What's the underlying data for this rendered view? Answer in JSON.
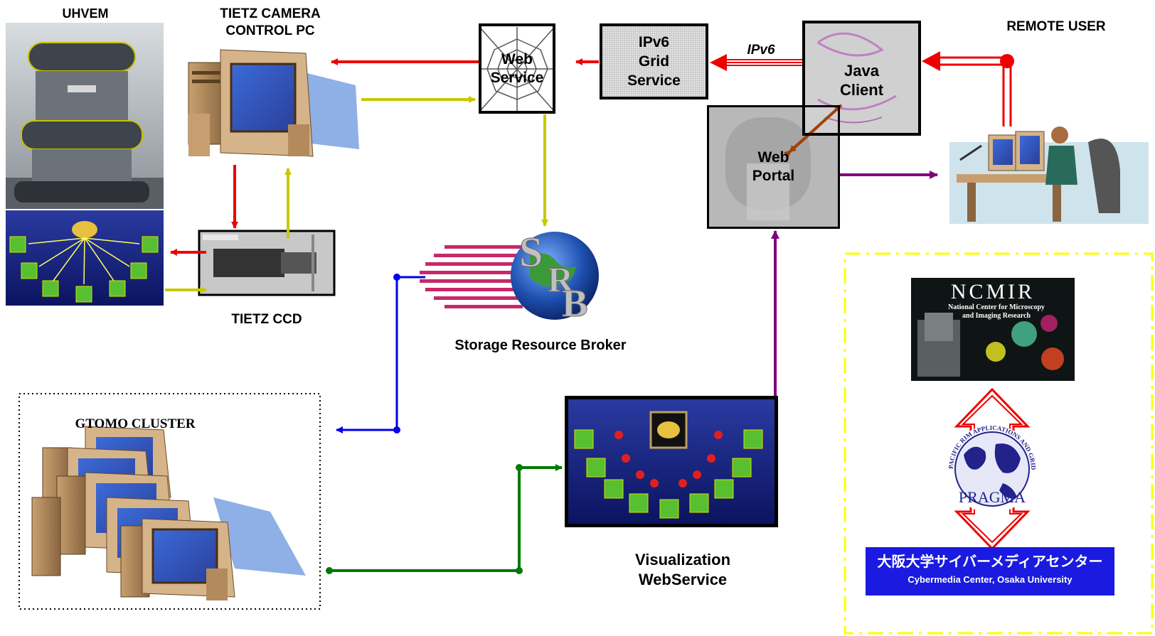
{
  "labels": {
    "uhvem": "UHVEM",
    "tietz_pc_line1": "TIETZ CAMERA",
    "tietz_pc_line2": "CONTROL PC",
    "tietz_ccd": "TIETZ CCD",
    "remote_user": "REMOTE USER",
    "storage_resource_broker": "Storage Resource Broker",
    "gtomo_cluster": "GTOMO CLUSTER",
    "visualization_line1": "Visualization",
    "visualization_line2": "WebService",
    "ipv6_link": "IPv6"
  },
  "boxes": {
    "web_service_line1": "Web",
    "web_service_line2": "Service",
    "ipv6_grid_line1": "IPv6",
    "ipv6_grid_line2": "Grid",
    "ipv6_grid_line3": "Service",
    "java_client_line1": "Java",
    "java_client_line2": "Client",
    "web_portal_line1": "Web",
    "web_portal_line2": "Portal"
  },
  "partners": {
    "ncmir_title": "NCMIR",
    "ncmir_line1": "National Center for Microscopy",
    "ncmir_line2": "and Imaging Research",
    "pragma_title": "PRAGMA",
    "pragma_ring": "PACIFIC RIM APPLICATIONS AND GRID MIDDLEWARE ASSEMBLY",
    "osaka_jp": "大阪大学サイバーメディアセンター",
    "osaka_en": "Cybermedia Center, Osaka University"
  },
  "colors": {
    "red": "#ee0000",
    "yellow": "#c8c800",
    "blue": "#0000ee",
    "green": "#007a00",
    "purple": "#800080",
    "brown": "#a0400a",
    "osaka_blue": "#1a1ae0",
    "dash_yellow": "#ffff00"
  }
}
